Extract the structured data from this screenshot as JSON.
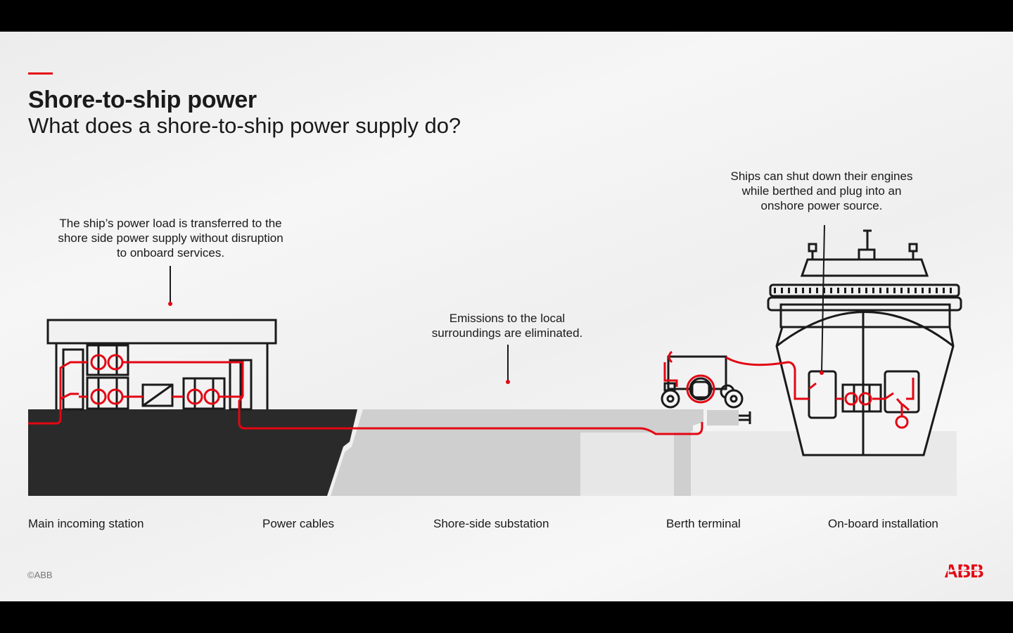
{
  "header": {
    "title": "Shore-to-ship power",
    "subtitle": "What does a shore-to-ship power supply do?"
  },
  "callouts": {
    "power_load": "The ship’s power load is transferred to the shore side power supply without disruption to onboard services.",
    "emissions": "Emissions to the local surroundings are eliminated.",
    "shutdown": "Ships can shut down their engines while berthed and plug into an onshore power source."
  },
  "labels": {
    "main_incoming_station": "Main incoming station",
    "power_cables": "Power cables",
    "shore_side_substation": "Shore-side substation",
    "berth_terminal": "Berth terminal",
    "on_board_installation": "On-board installation"
  },
  "footer": {
    "copyright": "©ABB",
    "logo_text": "ABB"
  },
  "colors": {
    "accent": "#e30613",
    "ground_dark": "#2a2a2a",
    "ground_light": "#cfcfcf",
    "line": "#1a1a1a"
  }
}
